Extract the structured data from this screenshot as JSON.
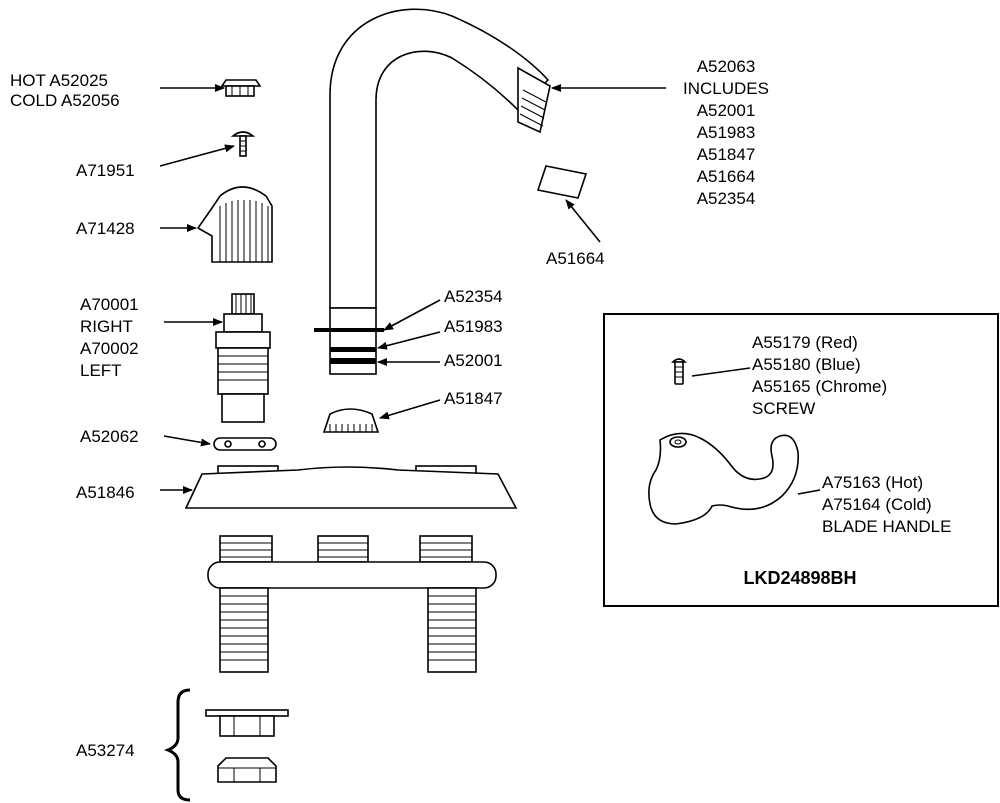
{
  "labels": {
    "cap": [
      "HOT A52025",
      "COLD A52056"
    ],
    "handle_screw": "A71951",
    "handle": "A71428",
    "cartridge": [
      "A70001",
      "RIGHT",
      "A70002",
      "LEFT"
    ],
    "gasket": "A52062",
    "escutcheon": "A51846",
    "nut_kit": "A53274",
    "spout": [
      "A52063",
      "INCLUDES",
      "A52001",
      "A51983",
      "A51847",
      "A51664",
      "A52354"
    ],
    "aerator": "A51664",
    "spout_ring_top": "A52354",
    "spout_ring_mid": "A51983",
    "spout_ring_low": "A52001",
    "spout_nut": "A51847"
  },
  "inset": {
    "screw_lines": [
      "A55179 (Red)",
      "A55180 (Blue)",
      "A55165 (Chrome)",
      "SCREW"
    ],
    "handle_lines": [
      "A75163 (Hot)",
      "A75164 (Cold)",
      "BLADE HANDLE"
    ],
    "model": "LKD24898BH"
  }
}
